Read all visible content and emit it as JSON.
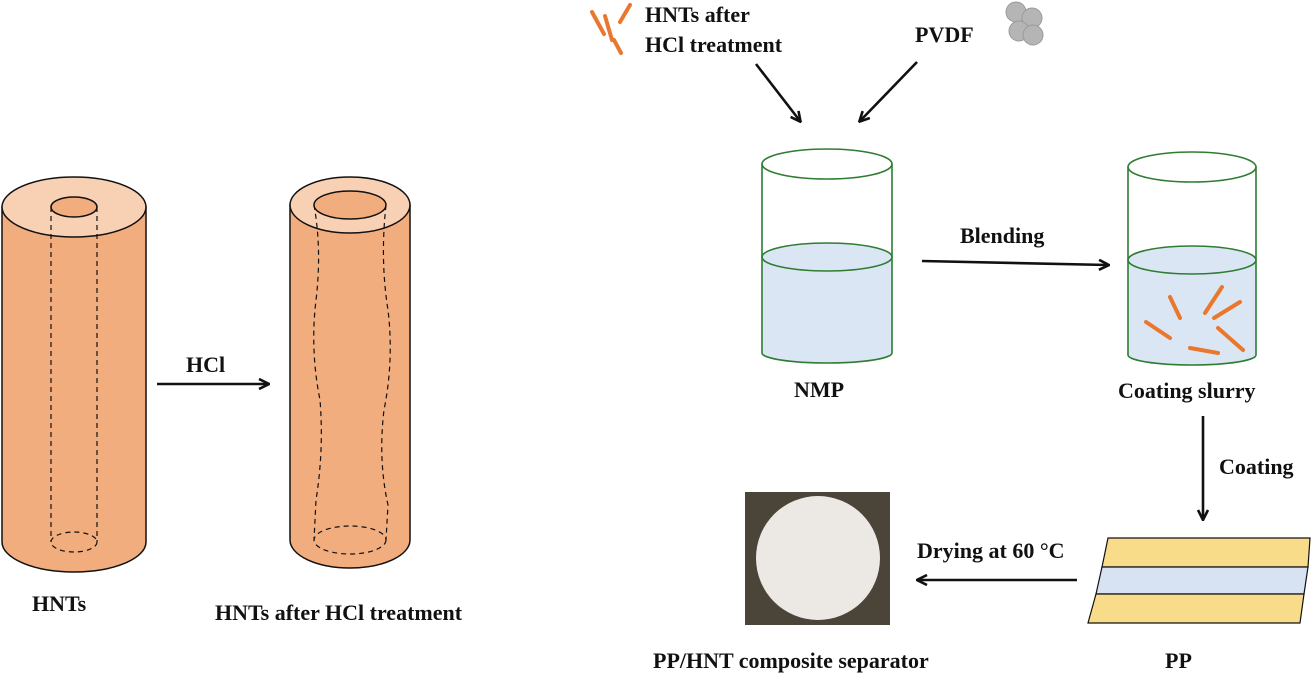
{
  "labels": {
    "hnts": "HNTs",
    "hnts_after": "HNTs after HCl treatment",
    "hcl": "HCl",
    "legend_hnts_line1": "HNTs after",
    "legend_hnts_line2": "HCl treatment",
    "pvdf": "PVDF",
    "blending": "Blending",
    "nmp": "NMP",
    "coating_slurry": "Coating slurry",
    "coating": "Coating",
    "drying": "Drying at 60 °C",
    "pp": "PP",
    "separator": "PP/HNT composite separator"
  },
  "colors": {
    "tube_body": "#f2ad7e",
    "tube_top": "#f8d0b4",
    "tube_inner": "#f2ad7e",
    "beaker_outline": "#2e7d32",
    "liquid": "#dbe6f4",
    "nanotube": "#e9782e",
    "pvdf_particle": "#b5b5b5",
    "pp_yellow": "#f9dc8a",
    "pp_blue": "#d7e3f3",
    "separator_bg": "#4a4538",
    "separator_disc": "#ece9e4"
  }
}
